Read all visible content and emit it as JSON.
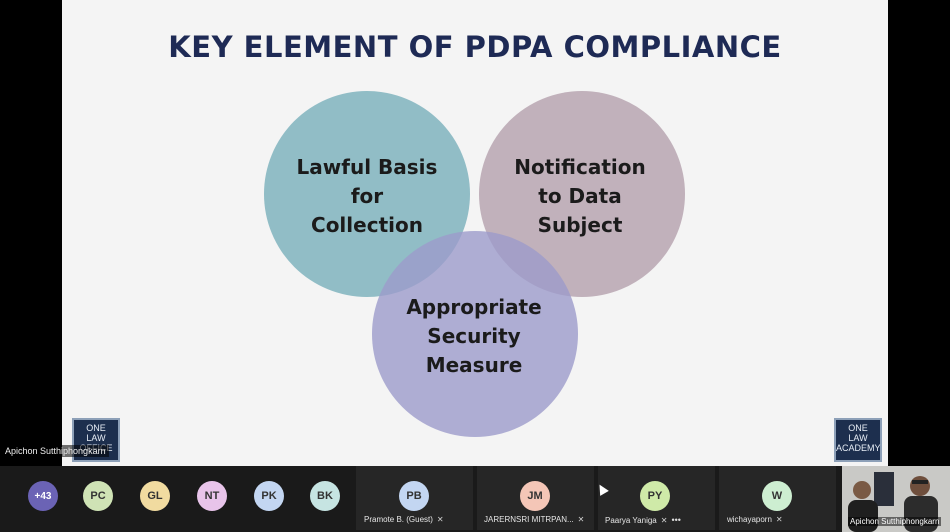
{
  "slide": {
    "title": "KEY ELEMENT OF PDPA COMPLIANCE",
    "circles": [
      {
        "lines": [
          "Lawful Basis",
          "for",
          "Collection"
        ],
        "color": "#7fb3bd"
      },
      {
        "lines": [
          "Notification",
          "to Data",
          "Subject"
        ],
        "color": "#b7a4b0"
      },
      {
        "lines": [
          "Appropriate",
          "Security",
          "Measure"
        ],
        "color": "#9c9bcb"
      }
    ]
  },
  "logos": {
    "left": [
      "ONE",
      "LAW",
      "OFFICE"
    ],
    "right": [
      "ONE",
      "LAW",
      "ACADEMY"
    ]
  },
  "presenter_label": "Apichon Sutthiphongkarn",
  "participants": {
    "more_count": "+43",
    "small": [
      {
        "initials": "PC",
        "color": "#cfe3b5"
      },
      {
        "initials": "GL",
        "color": "#f1dba0"
      },
      {
        "initials": "NT",
        "color": "#e8c4ea"
      },
      {
        "initials": "PK",
        "color": "#c3d6f2"
      },
      {
        "initials": "BK",
        "color": "#c6e4e2"
      }
    ],
    "tiles": [
      {
        "initials": "PB",
        "name": "Pramote B. (Guest)",
        "color": "#c3d6f2"
      },
      {
        "initials": "JM",
        "name": "JARERNSRI MITRPAN...",
        "color": "#f4c6b7"
      },
      {
        "initials": "PY",
        "name": "Paarya Yaniga",
        "color": "#cfeaa8"
      },
      {
        "initials": "W",
        "name": "wichayaporn",
        "color": "#cdeed1"
      }
    ],
    "video": {
      "name": "Apichon Sutthiphongkarn"
    }
  },
  "icons": {
    "mic": "mic-off-icon",
    "more": "more-options-icon",
    "cursor": "mouse-cursor-icon"
  }
}
